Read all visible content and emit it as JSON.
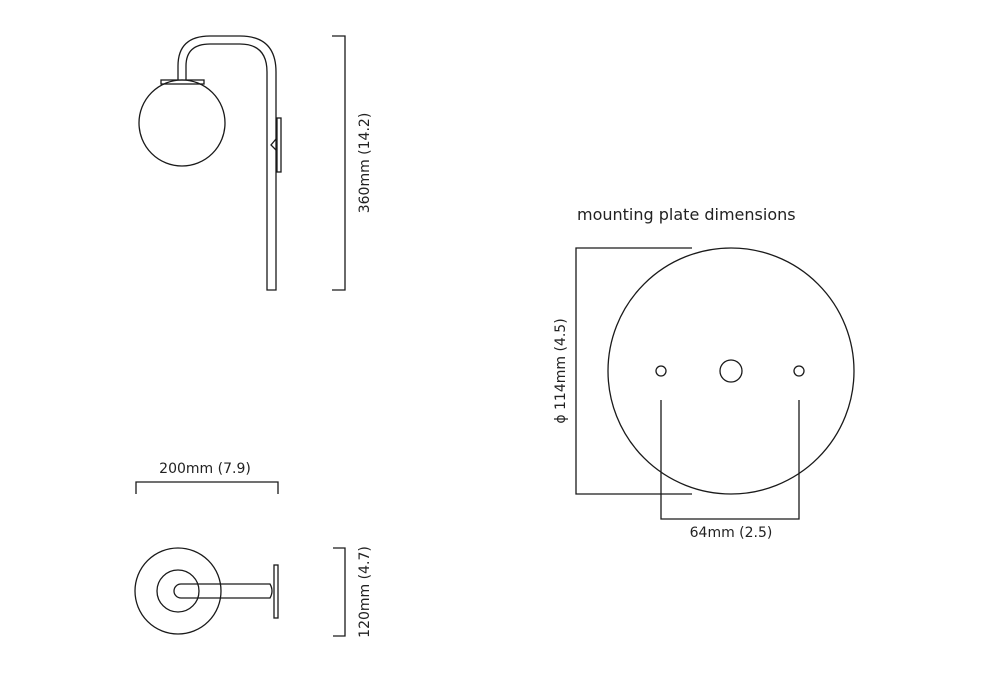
{
  "side_view": {
    "height_label": "360mm (14.2)"
  },
  "top_view": {
    "width_label": "200mm (7.9)",
    "depth_label": "120mm (4.7)"
  },
  "mounting_plate": {
    "title": "mounting plate dimensions",
    "diameter_label": "ϕ 114mm (4.5)",
    "hole_spacing_label": "64mm (2.5)"
  },
  "colors": {
    "line": "#1a1a1a",
    "background": "#ffffff"
  }
}
